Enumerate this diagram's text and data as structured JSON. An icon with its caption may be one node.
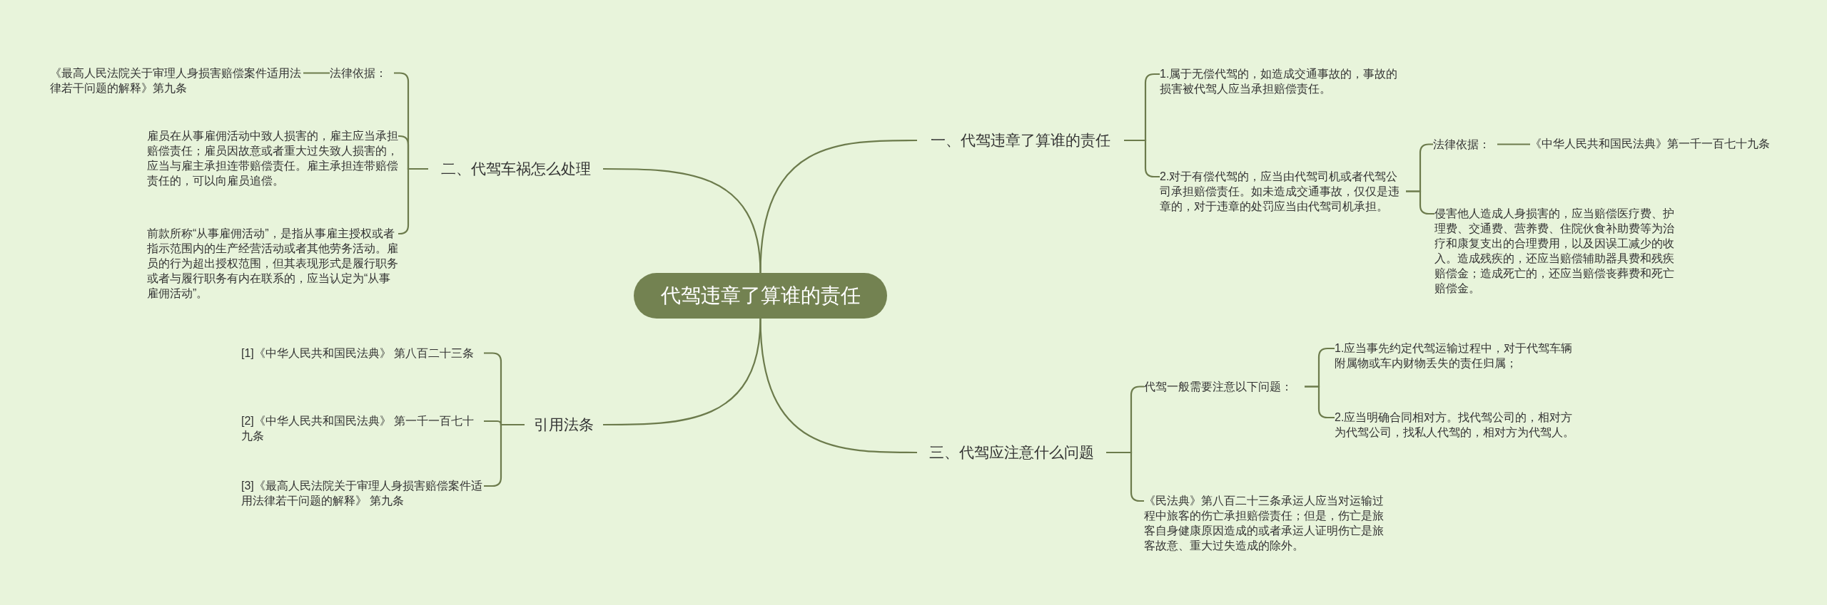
{
  "diagram": {
    "nodes": [
      {
        "text": [
          "代驾违章了算谁的责任"
        ]
      },
      {
        "text": [
          "一、代驾违章了算谁的责任"
        ]
      },
      {
        "text": [
          "1.属于无偿代驾的，如造成交通事故的，事故的损害被代驾人应当承担赔偿责任。"
        ]
      },
      {
        "text": [
          "2.对于有偿代驾的，应当由代驾司机或者代驾公司承担赔偿责任。如未造成交通事故，仅仅是违章的，对于违章的处罚应当由代驾司机承担。"
        ]
      },
      {
        "text": [
          "法律依据："
        ]
      },
      {
        "text": [
          "《中华人民共和国民法典》第一千一百七十九条"
        ]
      },
      {
        "text": [
          "侵害他人造成人身损害的，应当赔偿医疗费、护理费、交通费、营养费、住院伙食补助费等为治疗和康复支出的合理费用，以及因误工减少的收入。造成残疾的，还应当赔偿辅助器具费和残疾赔偿金；造成死亡的，还应当赔偿丧葬费和死亡赔偿金。"
        ]
      },
      {
        "text": [
          "二、代驾车祸怎么处理"
        ]
      },
      {
        "text": [
          "法律依据："
        ]
      },
      {
        "text": [
          "《最高人民法院关于审理人身损害赔偿案件适用法律若干问题的解释》第九条"
        ]
      },
      {
        "text": [
          "雇员在从事雇佣活动中致人损害的，雇主应当承担赔偿责任；雇员因故意或者重大过失致人损害的，应当与雇主承担连带赔偿责任。雇主承担连带赔偿责任的，可以向雇员追偿。"
        ]
      },
      {
        "text": [
          "前款所称“从事雇佣活动”，是指从事雇主授权或者指示范围内的生产经营活动或者其他劳务活动。雇员的行为超出授权范围，但其表现形式是履行职务或者与履行职务有内在联系的，应当认定为“从事雇佣活动”。"
        ]
      },
      {
        "text": [
          "引用法条"
        ]
      },
      {
        "text": [
          "[1]《中华人民共和国民法典》 第八百二十三条"
        ]
      },
      {
        "text": [
          "[2]《中华人民共和国民法典》 第一千一百七十九条"
        ]
      },
      {
        "text": [
          "[3]《最高人民法院关于审理人身损害赔偿案件适用法律若干问题的解释》 第九条"
        ]
      },
      {
        "text": [
          "三、代驾应注意什么问题"
        ]
      },
      {
        "text": [
          "代驾一般需要注意以下问题："
        ]
      },
      {
        "text": [
          "1.应当事先约定代驾运输过程中，对于代驾车辆附属物或车内财物丢失的责任归属；"
        ]
      },
      {
        "text": [
          "2.应当明确合同相对方。找代驾公司的，相对方为代驾公司，找私人代驾的，相对方为代驾人。"
        ]
      },
      {
        "text": [
          "《民法典》第八百二十三条承运人应当对运输过程中旅客的伤亡承担赔偿责任；但是，伤亡是旅客自身健康原因造成的或者承运人证明伤亡是旅客故意、重大过失造成的除外。"
        ]
      }
    ],
    "edges": [
      {
        "from": 0,
        "to": 1,
        "arrow": "none"
      },
      {
        "from": 1,
        "to": 2,
        "arrow": "none"
      },
      {
        "from": 1,
        "to": 3,
        "arrow": "none"
      },
      {
        "from": 3,
        "to": 4,
        "arrow": "none"
      },
      {
        "from": 4,
        "to": 5,
        "arrow": "none"
      },
      {
        "from": 3,
        "to": 6,
        "arrow": "none"
      },
      {
        "from": 0,
        "to": 7,
        "arrow": "none"
      },
      {
        "from": 7,
        "to": 8,
        "arrow": "none"
      },
      {
        "from": 8,
        "to": 9,
        "arrow": "none"
      },
      {
        "from": 7,
        "to": 10,
        "arrow": "none"
      },
      {
        "from": 7,
        "to": 11,
        "arrow": "none"
      },
      {
        "from": 0,
        "to": 12,
        "arrow": "none"
      },
      {
        "from": 12,
        "to": 13,
        "arrow": "none"
      },
      {
        "from": 12,
        "to": 14,
        "arrow": "none"
      },
      {
        "from": 12,
        "to": 15,
        "arrow": "none"
      },
      {
        "from": 0,
        "to": 16,
        "arrow": "none"
      },
      {
        "from": 16,
        "to": 17,
        "arrow": "none"
      },
      {
        "from": 17,
        "to": 18,
        "arrow": "none"
      },
      {
        "from": 17,
        "to": 19,
        "arrow": "none"
      },
      {
        "from": 16,
        "to": 20,
        "arrow": "none"
      }
    ]
  }
}
